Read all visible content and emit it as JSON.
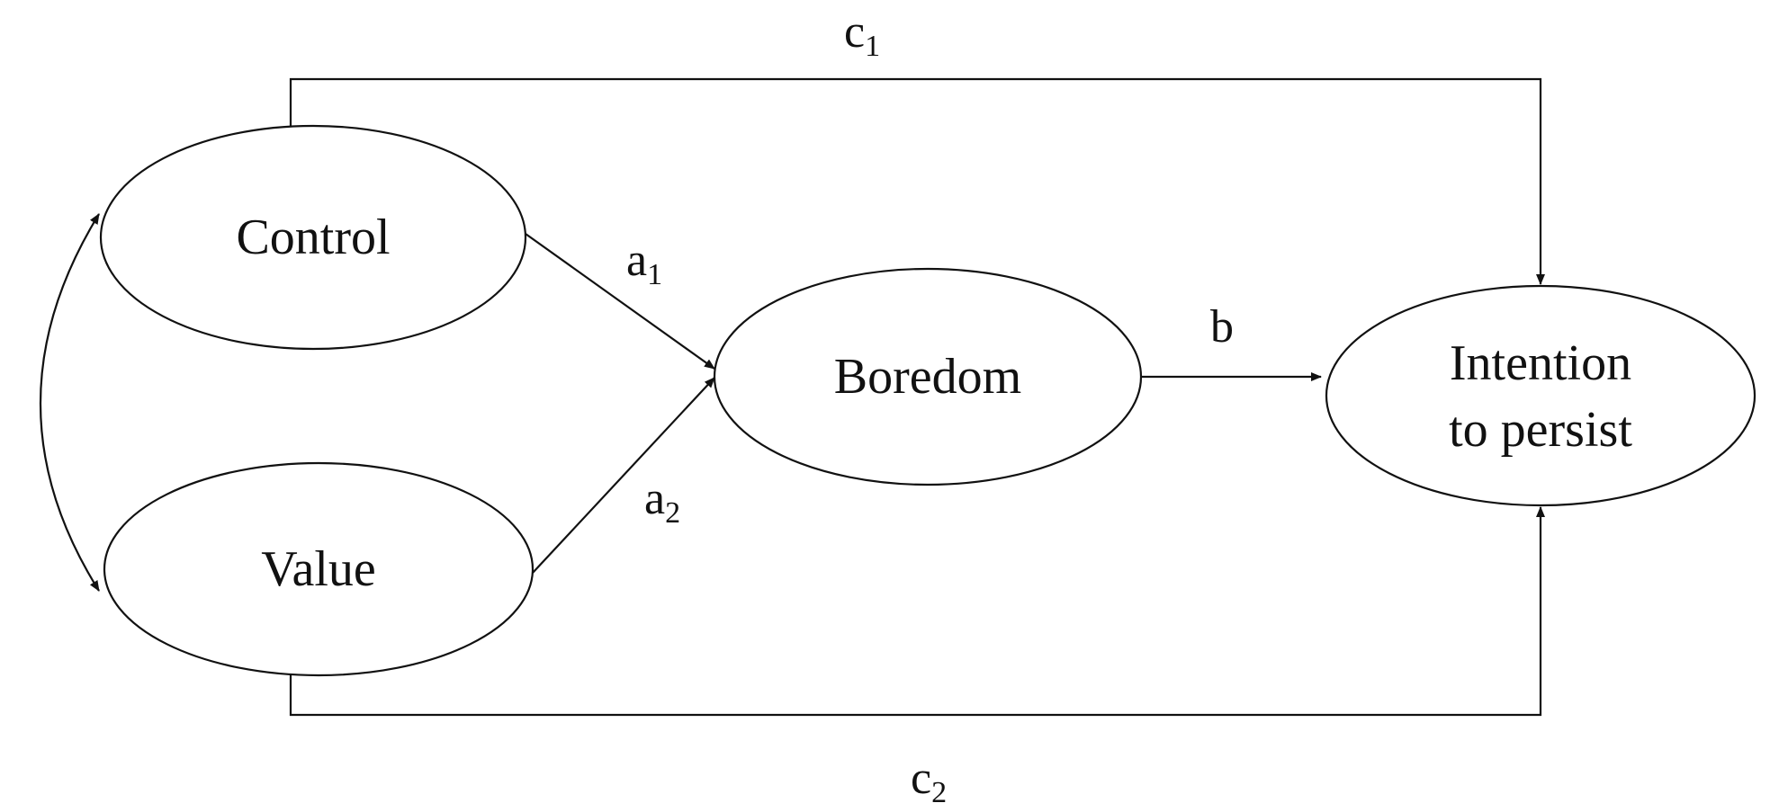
{
  "diagram": {
    "nodes": {
      "control": {
        "label": "Control"
      },
      "value": {
        "label": "Value"
      },
      "boredom": {
        "label": "Boredom"
      },
      "intention": {
        "line1": "Intention",
        "line2": "to persist"
      }
    },
    "paths": {
      "a1": {
        "base": "a",
        "sub": "1"
      },
      "a2": {
        "base": "a",
        "sub": "2"
      },
      "b": {
        "base": "b",
        "sub": ""
      },
      "c1": {
        "base": "c",
        "sub": "1"
      },
      "c2": {
        "base": "c",
        "sub": "2"
      }
    }
  },
  "colors": {
    "stroke": "#111111",
    "background": "#ffffff"
  }
}
